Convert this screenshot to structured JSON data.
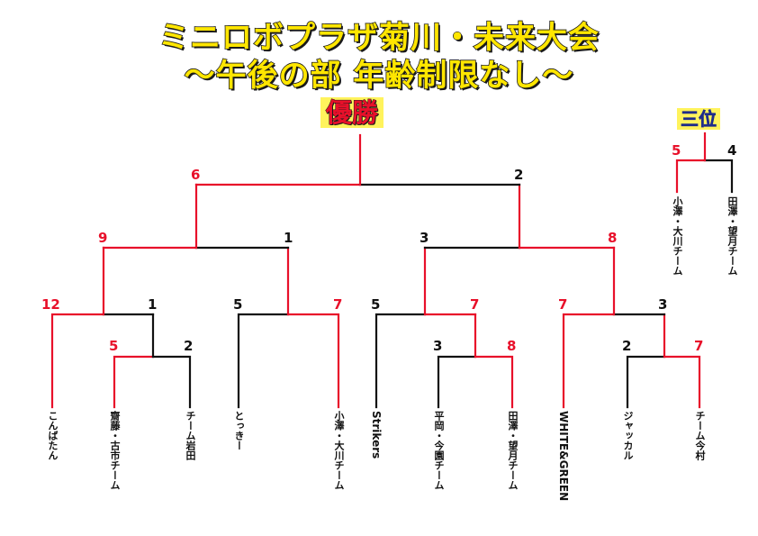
{
  "title": {
    "line1": "ミニロボプラザ菊川・未来大会",
    "line2": "～午後の部 年齢制限なし～"
  },
  "badges": {
    "champion": "優勝",
    "third": "三位"
  },
  "colors": {
    "winner": "#e8102a",
    "loser": "#111111",
    "title_fill": "#ffe600",
    "badge_bg": "#fff35c"
  },
  "teams": [
    "こんばたん",
    "齋藤・古市チーム",
    "チーム岩田",
    "とっきー",
    "小澤・大川チーム",
    "Strikers",
    "平岡・今園チーム",
    "田澤・望月チーム",
    "WHITE&GREEN",
    "ジャッカル",
    "チーム今村"
  ],
  "third_place_teams": [
    "小澤・大川チーム",
    "田澤・望月チーム"
  ],
  "scores": {
    "r1_a": [
      "5",
      "2"
    ],
    "r1_b": [
      "3",
      "8"
    ],
    "r1_c": [
      "2",
      "7"
    ],
    "r2_a": [
      "12",
      "1"
    ],
    "r2_b": [
      "5",
      "7"
    ],
    "r2_c": [
      "5",
      "7"
    ],
    "r2_d": [
      "7",
      "3"
    ],
    "sf_a": [
      "9",
      "1"
    ],
    "sf_b": [
      "3",
      "8"
    ],
    "final": [
      "6",
      "2"
    ],
    "third": [
      "5",
      "4"
    ]
  }
}
